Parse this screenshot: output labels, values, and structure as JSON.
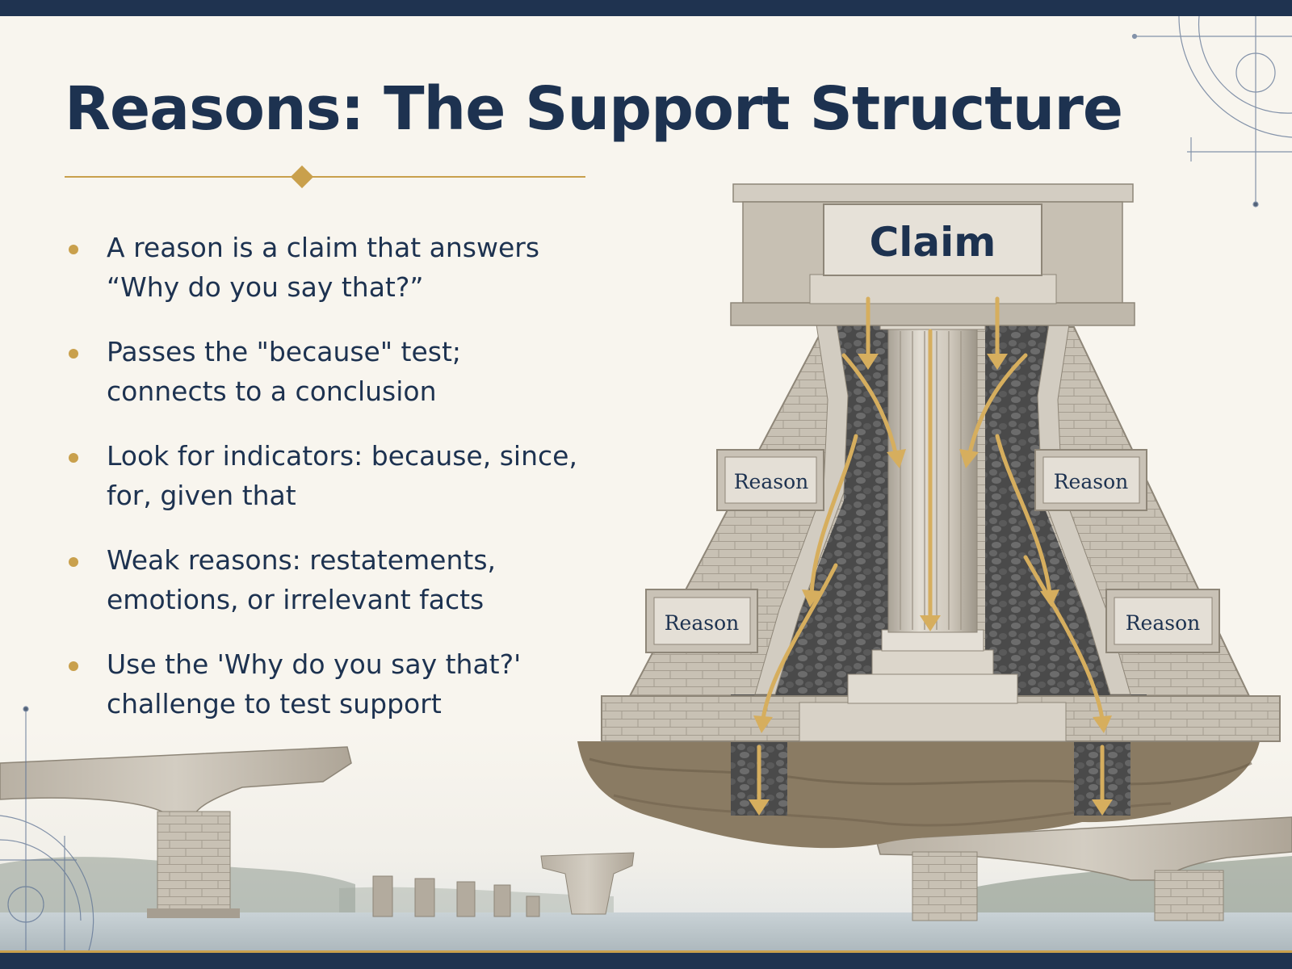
{
  "slide": {
    "title": "Reasons: The Support Structure",
    "bullets": [
      "A reason is a claim that answers “Why do you say that?”",
      "Passes the \"because\" test; connects to a conclusion",
      "Look for indicators: because, since, for, given that",
      "Weak reasons: restatements, emotions, or irrelevant facts",
      "Use the 'Why do you say that?' challenge to test support"
    ]
  },
  "illustration": {
    "claim_label": "Claim",
    "reason_labels": [
      "Reason",
      "Reason",
      "Reason",
      "Reason"
    ]
  },
  "colors": {
    "navy": "#1d3250",
    "gold": "#c9a04c",
    "background": "#f8f5ee",
    "stone": "#c9c2b6"
  }
}
